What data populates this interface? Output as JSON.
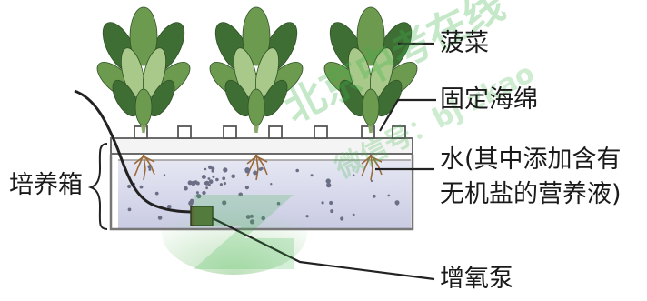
{
  "labels": {
    "plant": "菠菜",
    "sponge": "固定海绵",
    "water_line1": "水(其中添加含有",
    "water_line2": "无机盐的营养液)",
    "box": "培养箱",
    "pump": "增氧泵"
  },
  "watermark": {
    "line1": "北京中考在线",
    "line2": "微信号：bj zkao",
    "color": "#3cb44a"
  },
  "colors": {
    "leaf_dark": "#3f6e35",
    "leaf_mid": "#6c9a4e",
    "leaf_light": "#a9c98a",
    "water": "#d7d8ec",
    "pump": "#5a6b3a",
    "line": "#222222"
  }
}
